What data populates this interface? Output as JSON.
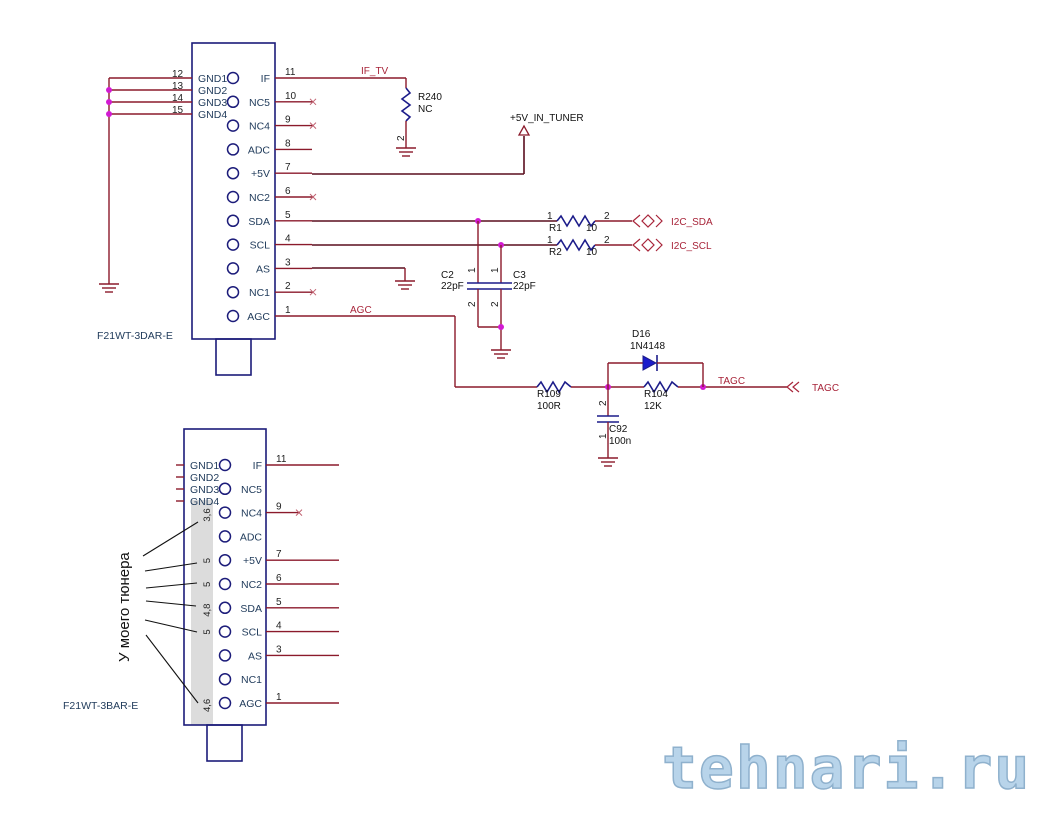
{
  "connector_top": {
    "part_name": "F21WT-3DAR-E",
    "left_pins": [
      {
        "num": "12",
        "name": "GND1"
      },
      {
        "num": "13",
        "name": "GND2"
      },
      {
        "num": "14",
        "name": "GND3"
      },
      {
        "num": "15",
        "name": "GND4"
      }
    ],
    "right_pins": [
      {
        "num": "11",
        "name": "IF"
      },
      {
        "num": "10",
        "name": "NC5"
      },
      {
        "num": "9",
        "name": "NC4"
      },
      {
        "num": "8",
        "name": "ADC"
      },
      {
        "num": "7",
        "name": "+5V"
      },
      {
        "num": "6",
        "name": "NC2"
      },
      {
        "num": "5",
        "name": "SDA"
      },
      {
        "num": "4",
        "name": "SCL"
      },
      {
        "num": "3",
        "name": "AS"
      },
      {
        "num": "2",
        "name": "NC1"
      },
      {
        "num": "1",
        "name": "AGC"
      }
    ]
  },
  "nets": {
    "if_tv": "IF_TV",
    "power": "+5V_IN_TUNER",
    "agc": "AGC",
    "i2c_sda": "I2C_SDA",
    "i2c_scl": "I2C_SCL",
    "tagc": "TAGC",
    "tagc_port": "TAGC"
  },
  "components": {
    "r240": {
      "ref": "R240",
      "value": "NC",
      "pin2": "2"
    },
    "r1": {
      "ref": "R1",
      "value": "10",
      "pin1": "1",
      "pin2": "2"
    },
    "r2": {
      "ref": "R2",
      "value": "10",
      "pin1": "1",
      "pin2": "2"
    },
    "c2": {
      "ref": "C2",
      "value": "22pF",
      "pin1": "1",
      "pin2": "2"
    },
    "c3": {
      "ref": "C3",
      "value": "22pF",
      "pin1": "1",
      "pin2": "2"
    },
    "d16": {
      "ref": "D16",
      "value": "1N4148"
    },
    "r109": {
      "ref": "R109",
      "value": "100R"
    },
    "r104": {
      "ref": "R104",
      "value": "12K"
    },
    "c92": {
      "ref": "C92",
      "value": "100n",
      "pin1": "1",
      "pin2": "2"
    }
  },
  "connector_bottom": {
    "part_name": "F21WT-3BAR-E",
    "left_pins": [
      "GND1",
      "GND2",
      "GND3",
      "GND4"
    ],
    "right_pins": [
      {
        "num": "11",
        "name": "IF"
      },
      {
        "num": "",
        "name": "NC5"
      },
      {
        "num": "9",
        "name": "NC4"
      },
      {
        "num": "",
        "name": "ADC"
      },
      {
        "num": "7",
        "name": "+5V"
      },
      {
        "num": "6",
        "name": "NC2"
      },
      {
        "num": "5",
        "name": "SDA"
      },
      {
        "num": "4",
        "name": "SCL"
      },
      {
        "num": "3",
        "name": "AS"
      },
      {
        "num": "",
        "name": "NC1"
      },
      {
        "num": "1",
        "name": "AGC"
      }
    ],
    "measured_voltages": [
      "3,6",
      "",
      "5",
      "5",
      "4,8",
      "5",
      "",
      "",
      "4,6"
    ],
    "annotation": "У моего тюнера"
  },
  "watermark": "tehnari.ru"
}
